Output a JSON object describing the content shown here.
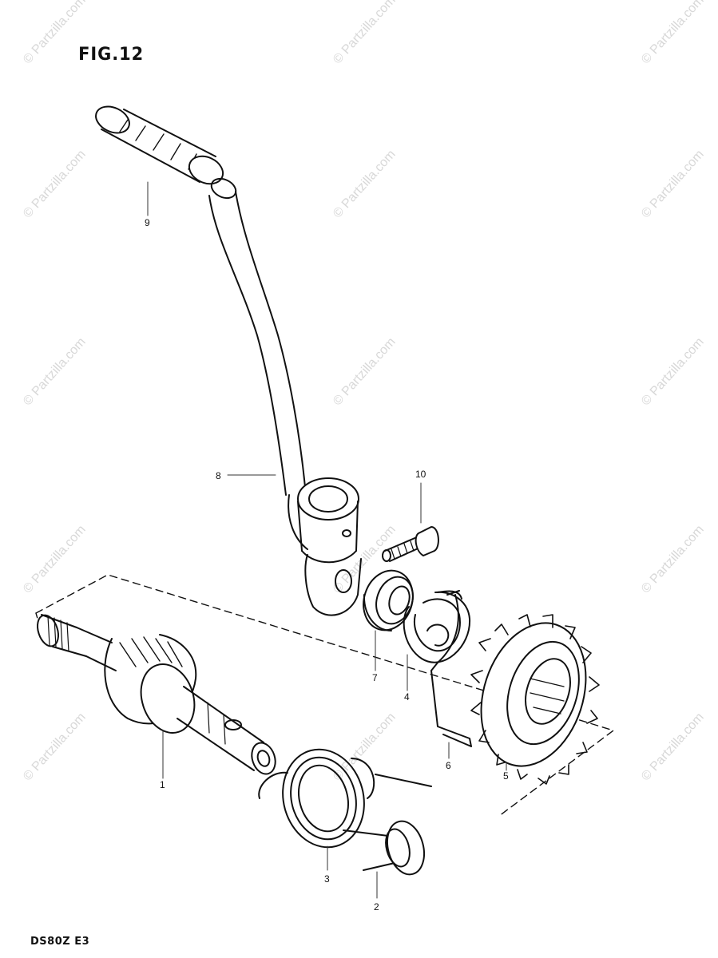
{
  "figure": {
    "title": "FIG.12",
    "model_code": "DS80Z E3"
  },
  "watermark": {
    "text": "© Partzilla.com",
    "color": "#d8d8d8"
  },
  "callouts": {
    "c1": "1",
    "c2": "2",
    "c3": "3",
    "c4": "4",
    "c5": "5",
    "c6": "6",
    "c7": "7",
    "c8": "8",
    "c9": "9",
    "c10": "10"
  },
  "parts": [
    {
      "ref": "1",
      "icon": "kick-starter-shaft-icon"
    },
    {
      "ref": "2",
      "icon": "spring-guide-sleeve-icon"
    },
    {
      "ref": "3",
      "icon": "return-spring-icon"
    },
    {
      "ref": "4",
      "icon": "ratchet-spring-icon"
    },
    {
      "ref": "5",
      "icon": "idler-gear-icon"
    },
    {
      "ref": "6",
      "icon": "stopper-wire-icon"
    },
    {
      "ref": "7",
      "icon": "oil-seal-icon"
    },
    {
      "ref": "8",
      "icon": "kick-lever-icon"
    },
    {
      "ref": "9",
      "icon": "lever-rubber-grip-icon"
    },
    {
      "ref": "10",
      "icon": "bolt-icon"
    }
  ]
}
